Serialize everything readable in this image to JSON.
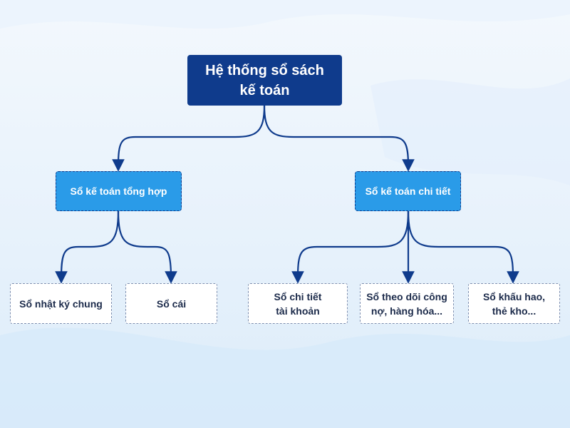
{
  "diagram": {
    "root": {
      "label": "Hệ thống sổ sách\nkế toán"
    },
    "branches": [
      {
        "label": "Sổ kế toán tổng hợp",
        "children": [
          {
            "label": "Sổ nhật ký chung"
          },
          {
            "label": "Sổ cái"
          }
        ]
      },
      {
        "label": "Sổ kế toán chi tiết",
        "children": [
          {
            "label": "Sổ chi tiết\ntài khoản"
          },
          {
            "label": "Sổ theo dõi công\nnợ, hàng hóa..."
          },
          {
            "label": "Sổ khấu hao,\nthẻ kho..."
          }
        ]
      }
    ]
  },
  "colors": {
    "root_fill": "#0f3b8c",
    "mid_fill": "#2a9be8",
    "leaf_fill": "#ffffff",
    "connector": "#0f3b8c"
  }
}
